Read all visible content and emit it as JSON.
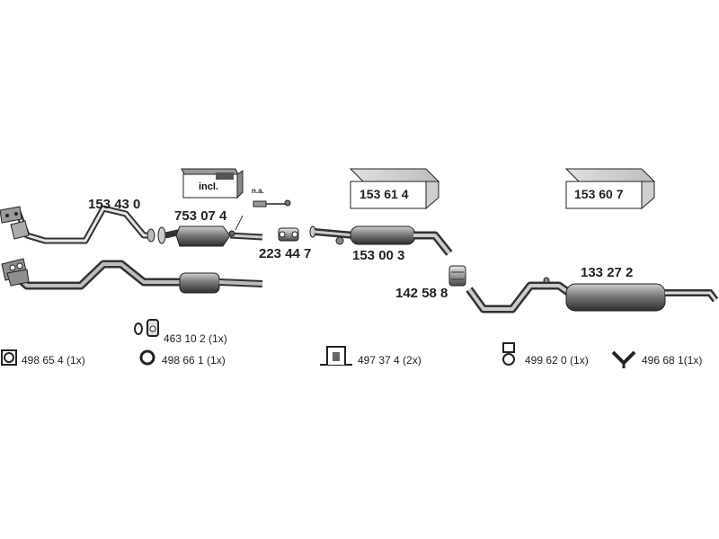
{
  "parts": {
    "front_pipe": "153 43 0",
    "catalyst": "753 07 4",
    "clamp": "223 44 7",
    "middle_silencer": "153 00 3",
    "connector": "142 58 8",
    "rear_silencer": "133 27 2",
    "box_middle": "153 61 4",
    "box_rear": "153 60 7",
    "incl_label": "incl.",
    "na_label": "n.a."
  },
  "accessories": [
    "498 65 4 (1x)",
    "463 10 2 (1x)",
    "498 66 1 (1x)",
    "497 37 4 (2x)",
    "499 62 0 (1x)",
    "496 68 1(1x)"
  ],
  "accessory_icons": [
    "gasket-square-icon",
    "gasket-ring-small-icon",
    "o-ring-icon",
    "mounting-bracket-icon",
    "rubber-hanger-icon",
    "y-hanger-icon"
  ]
}
